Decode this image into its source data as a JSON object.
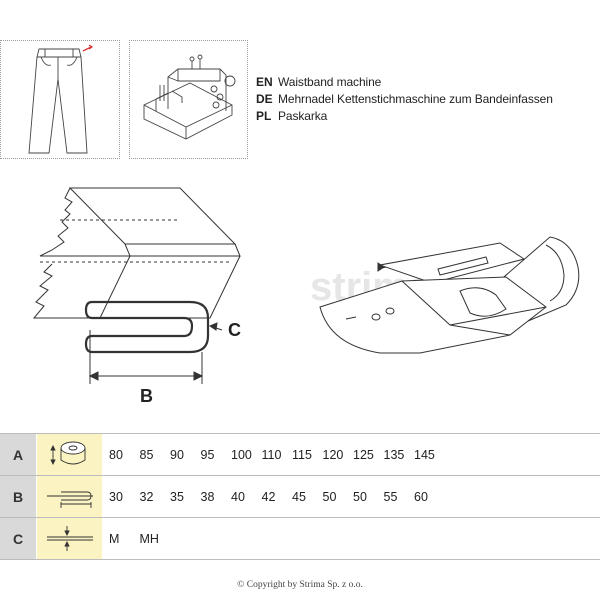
{
  "header": {
    "languages": [
      {
        "code": "EN",
        "text": "Waistband machine"
      },
      {
        "code": "DE",
        "text": "Mehrnadel Kettenstichmaschine zum Bandeinfassen"
      },
      {
        "code": "PL",
        "text": "Paskarka"
      }
    ]
  },
  "diagram": {
    "label_b": "B",
    "label_c": "C"
  },
  "size_table": {
    "rows": [
      {
        "letter": "A",
        "icon": "tape-roll-width-icon",
        "values": [
          "80",
          "85",
          "90",
          "95",
          "100",
          "110",
          "115",
          "120",
          "125",
          "135",
          "145"
        ]
      },
      {
        "letter": "B",
        "icon": "folded-tape-width-icon",
        "values": [
          "30",
          "32",
          "35",
          "38",
          "40",
          "42",
          "45",
          "50",
          "50",
          "55",
          "60"
        ]
      },
      {
        "letter": "C",
        "icon": "material-thickness-icon",
        "values": [
          "M",
          "MH"
        ]
      }
    ]
  },
  "footer": {
    "copyright": "© Copyright by Strima Sp. z o.o."
  },
  "colors": {
    "header_cell": "#d9d9d9",
    "icon_cell": "#fbf3c2",
    "line": "#333333",
    "watermark": "#e6e6e6"
  }
}
